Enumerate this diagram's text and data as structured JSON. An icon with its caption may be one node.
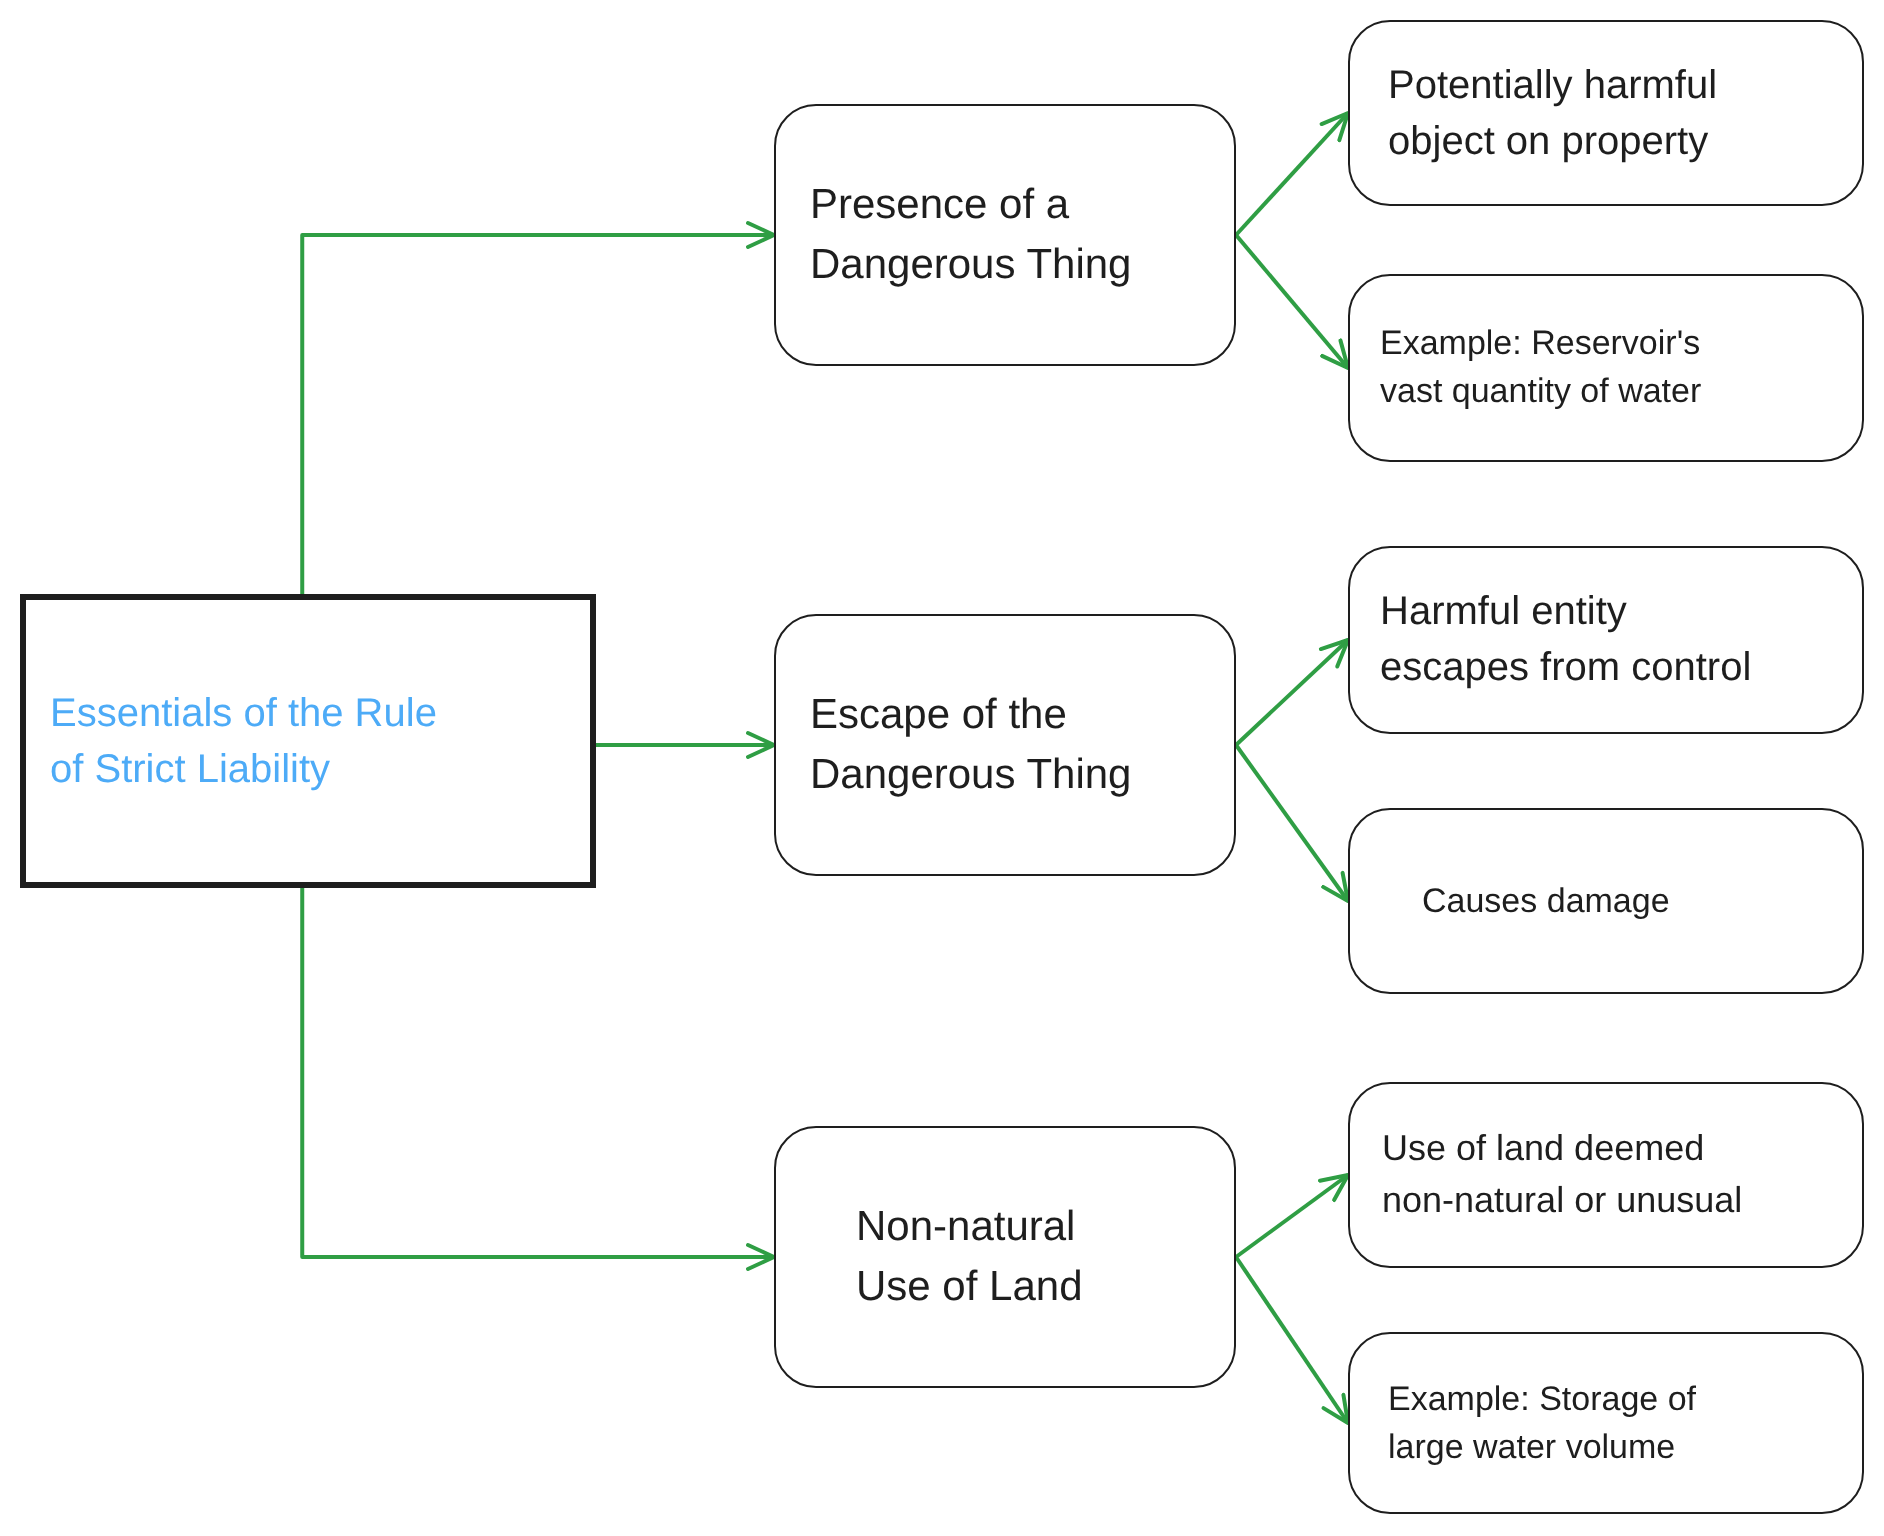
{
  "diagram": {
    "nodes": [
      {
        "text": [
          "Essentials of the Rule of Strict Liability"
        ]
      },
      {
        "text": [
          "Presence of a Dangerous Thing"
        ]
      },
      {
        "text": [
          "Potentially harmful object on property"
        ]
      },
      {
        "text": [
          "Example: Reservoir's vast quantity of water"
        ]
      },
      {
        "text": [
          "Escape of the Dangerous Thing"
        ]
      },
      {
        "text": [
          "Harmful entity escapes from control"
        ]
      },
      {
        "text": [
          "Causes damage"
        ]
      },
      {
        "text": [
          "Non-natural Use of Land"
        ]
      },
      {
        "text": [
          "Use of land deemed non-natural or unusual"
        ]
      },
      {
        "text": [
          "Example: Storage of large water volume"
        ]
      }
    ],
    "edges": [
      {
        "from": 0,
        "to": 1,
        "arrow": "to"
      },
      {
        "from": 0,
        "to": 4,
        "arrow": "to"
      },
      {
        "from": 0,
        "to": 7,
        "arrow": "to"
      },
      {
        "from": 1,
        "to": 2,
        "arrow": "to"
      },
      {
        "from": 1,
        "to": 3,
        "arrow": "to"
      },
      {
        "from": 4,
        "to": 5,
        "arrow": "to"
      },
      {
        "from": 4,
        "to": 6,
        "arrow": "to"
      },
      {
        "from": 7,
        "to": 8,
        "arrow": "to"
      },
      {
        "from": 7,
        "to": 9,
        "arrow": "to"
      }
    ]
  }
}
